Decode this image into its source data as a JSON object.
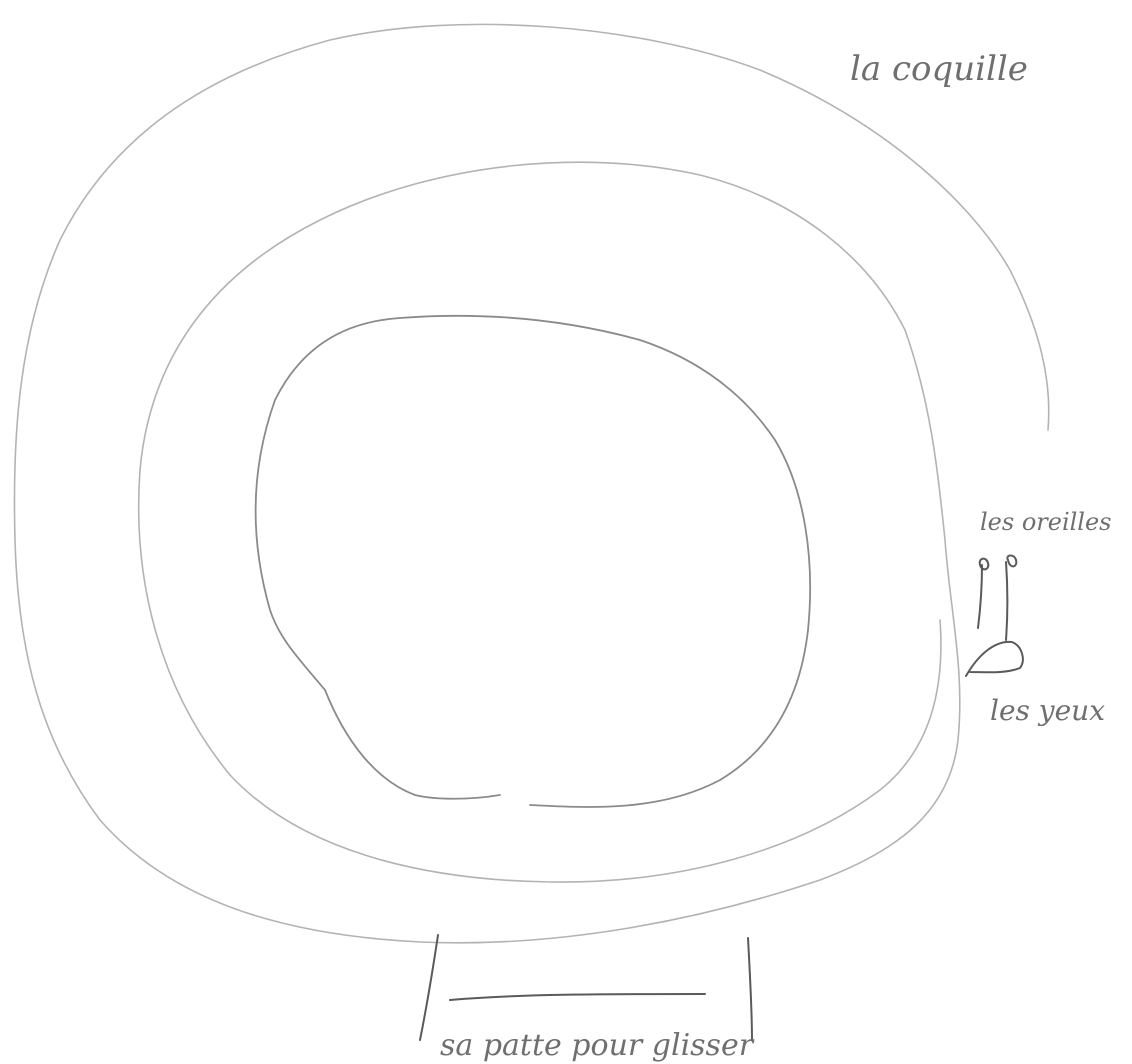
{
  "labels": {
    "shell": "la coquille",
    "ears": "les oreilles",
    "eyes": "les yeux",
    "foot": "sa patte pour glisser"
  }
}
